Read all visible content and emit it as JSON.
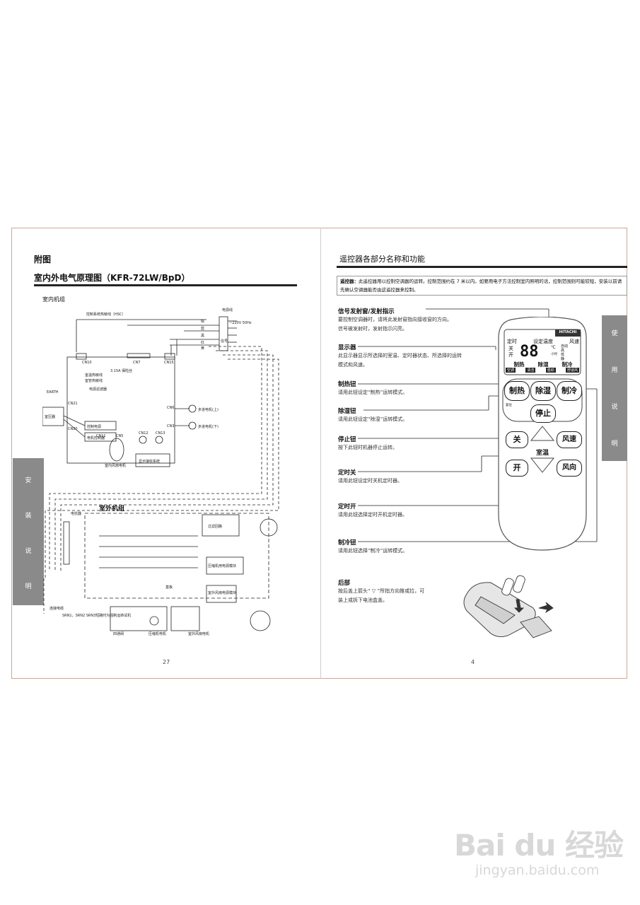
{
  "left_page": {
    "section_title": "附图",
    "diagram_title": "室内外电气原理图（KFR-72LW/BpD）",
    "indoor_unit_label": "室内机组",
    "outdoor_unit_label": "室外机组",
    "side_tab": [
      "安",
      "装",
      "说",
      "明"
    ],
    "page_number": "27",
    "schematic_labels": {
      "power_line": "电源线",
      "voltage": "~220V 50Hz",
      "brown": "棕",
      "blue": "蓝",
      "black": "黑",
      "red": "红",
      "yellow": "黄",
      "signal": "信号",
      "temp_sensor_top": "控制系统热敏线（HSC）",
      "cn10": "CN10",
      "cn7": "CN7",
      "cn15": "CN15",
      "cn21": "CN21",
      "cn20": "CN20",
      "cn6": "CN6",
      "cn3": "CN3",
      "cn5": "CN5",
      "cn11": "CN11",
      "cn12": "CN12",
      "cn13": "CN13",
      "room_temp": "室温热敏线",
      "pipe_temp": "室管热敏线",
      "fuse": "3.15A 保险丝",
      "power_supply": "电源滤波器",
      "compressor": "室压器",
      "control_power": "控制电源",
      "motor_control": "电机控制器",
      "step_motor_up": "步进电机(上)",
      "step_motor_down": "步进电机(下)",
      "indoor_fan": "室内风扇电机",
      "display": "显示接收系统",
      "earth": "EARTH",
      "filter_circuit": "过滤回路",
      "compressor_power": "压缩机用电源模块",
      "outdoor_fan_power": "室外风扇电源模块",
      "substrate": "基板",
      "four_way": "四通阀",
      "compressor_motor": "压缩机电机",
      "outdoor_fan_motor": "室外风扇电机",
      "reactor": "电抗器",
      "connect_wire": "连接电缆",
      "srn_note": "SRN1，SRN2 SRN3短路时为强制运转试机"
    }
  },
  "right_page": {
    "section_title": "遥控器各部分名称和功能",
    "intro_label": "遥控器：",
    "intro_text": "此遥控器用以控制空调器的运转。控制范围约在 7 米以内。如要用电子方法控制室内照明的话，控制范围则可能较短，安装以前请先确认空调器能否由这遥控器来控制。",
    "side_tab": [
      "使",
      "用",
      "说",
      "明"
    ],
    "page_number": "4",
    "functions": [
      {
        "title": "信号发射窗/发射指示",
        "desc": [
          "要控制空调器时，请将此发射窗指向接收窗的方向。",
          "信号被发射时，发射指示闪亮。"
        ]
      },
      {
        "title": "显示器",
        "desc": [
          "此显示器显示所选择的室温、定时器状态、所选择的运转",
          "模式和风速。"
        ]
      },
      {
        "title": "制热钮",
        "desc": [
          "请用此钮设定“制热”运转模式。"
        ]
      },
      {
        "title": "除湿钮",
        "desc": [
          "请用此钮设定“除湿”运转模式。"
        ]
      },
      {
        "title": "停止钮",
        "desc": [
          "按下此钮时机器停止运转。"
        ]
      },
      {
        "title": "定时关",
        "desc": [
          "请用此钮设定时关机定时器。"
        ]
      },
      {
        "title": "定时开",
        "desc": [
          "请用此钮选择定时开机定时器。"
        ]
      },
      {
        "title": "制冷钮",
        "desc": [
          "请用此钮选择“制冷”运转模式。"
        ]
      },
      {
        "title": "后部",
        "desc": [
          "按后盖上箭头“ ▽ ”所指方向推或拉，可",
          "装上或拆下电池盒盖。"
        ]
      }
    ],
    "remote": {
      "brand": "HITACHI",
      "lcd_labels": [
        "定时",
        "设定温度",
        "风速"
      ],
      "lcd_left": [
        "关",
        "开"
      ],
      "lcd_digits": "88",
      "lcd_unit": "℃",
      "lcd_fan": [
        "自动",
        "高",
        "低",
        "静"
      ],
      "lcd_hour": "小时",
      "lcd_modes": [
        "制热",
        "除湿",
        "制冷"
      ],
      "lcd_modes2": [
        "空调",
        "清洁",
        "强劲",
        "舒适风"
      ],
      "btn_heat": "制热",
      "btn_dry": "除湿",
      "btn_cool": "制冷",
      "btn_stop": "停止",
      "btn_off": "关",
      "btn_on": "开",
      "btn_room_temp": "室温",
      "btn_fan_speed": "风速",
      "btn_fan_dir": "风向",
      "small_label": "复位"
    }
  },
  "watermark": {
    "brand": "Bai du 经验",
    "url": "jingyan.baidu.com"
  }
}
